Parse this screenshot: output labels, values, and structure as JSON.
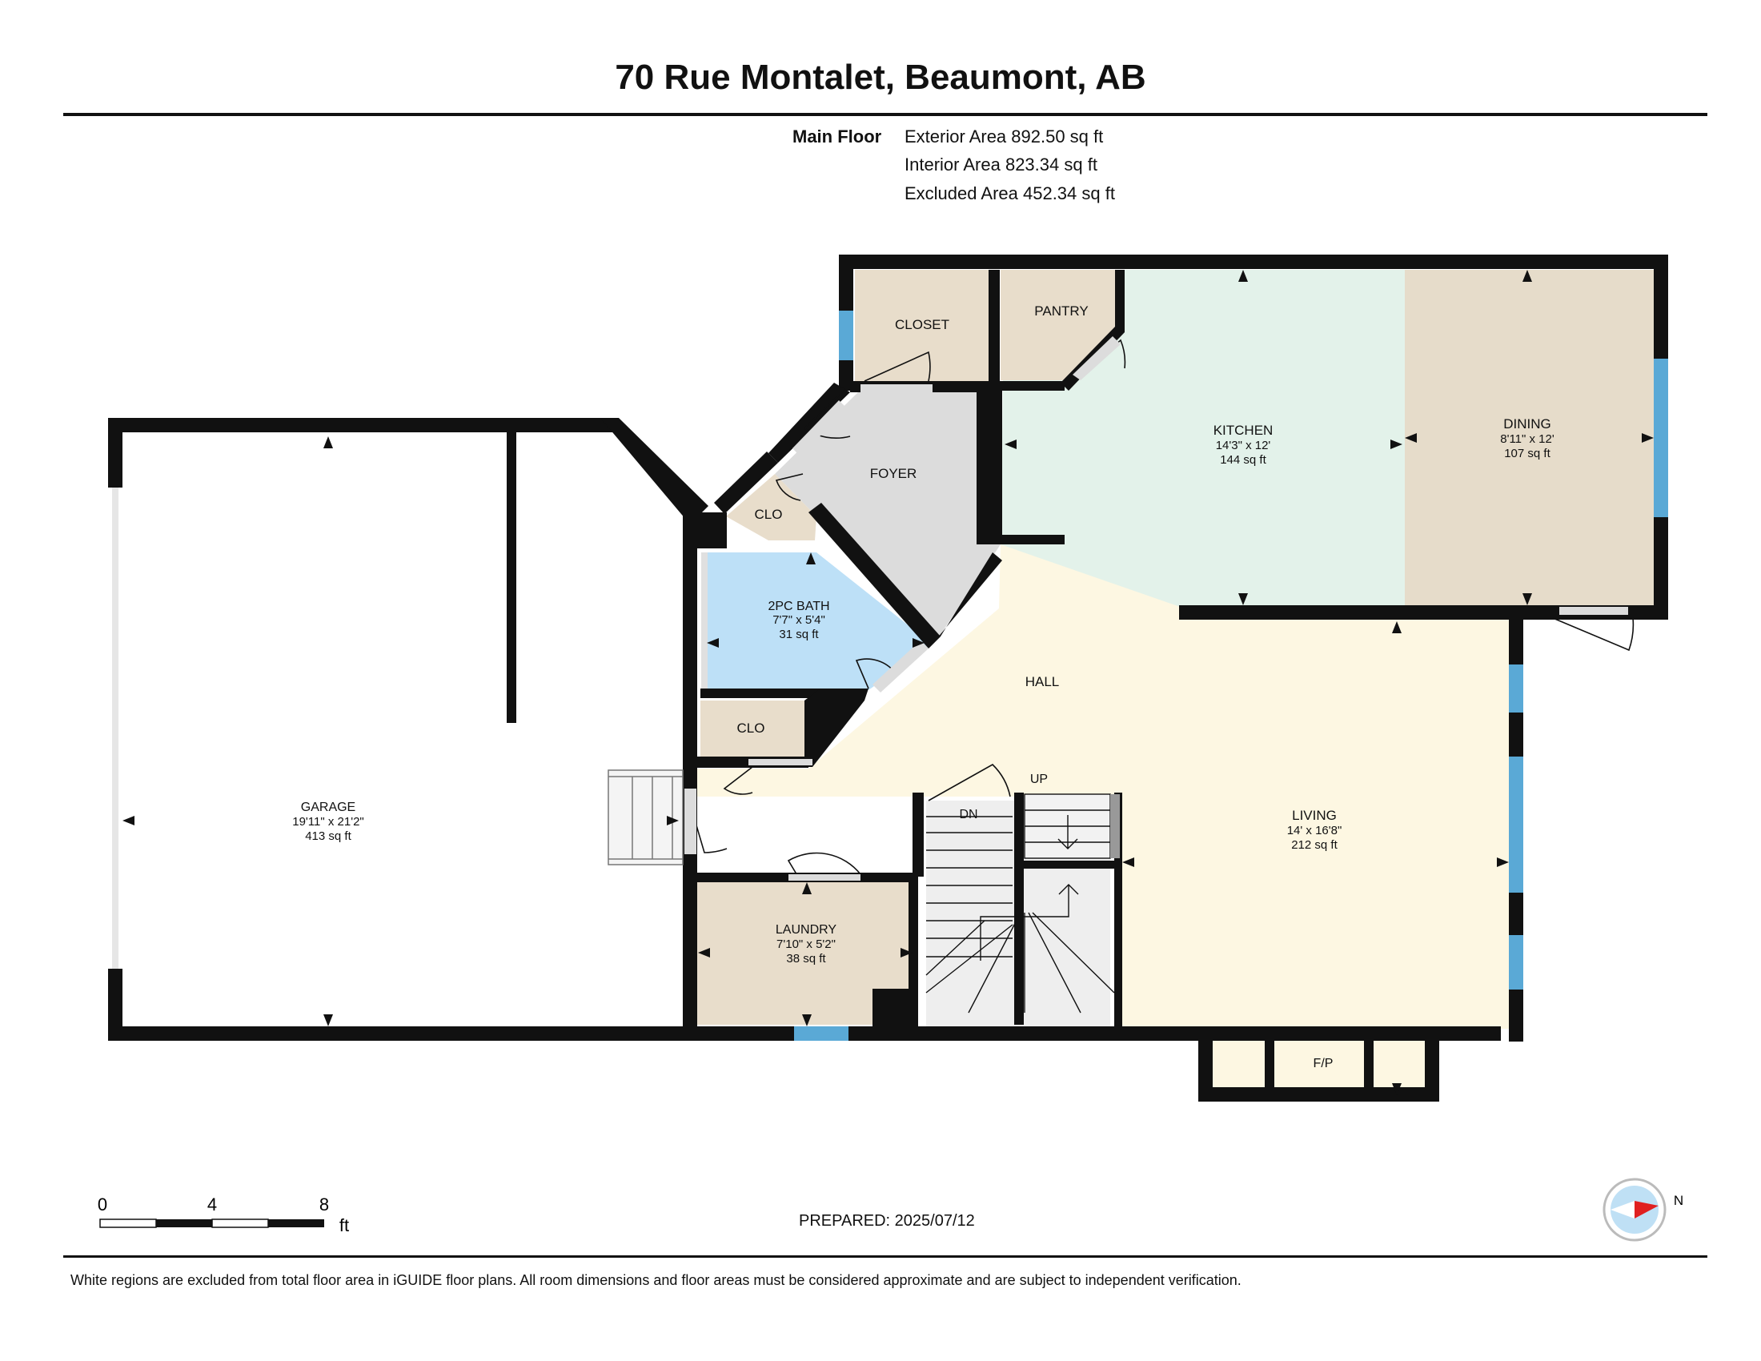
{
  "title": "70 Rue Montalet, Beaumont, AB",
  "floor": {
    "label": "Main Floor",
    "exterior": "Exterior Area 892.50 sq ft",
    "interior": "Interior Area 823.34 sq ft",
    "excluded": "Excluded Area 452.34 sq ft"
  },
  "rooms": {
    "closet": {
      "name": "CLOSET"
    },
    "pantry": {
      "name": "PANTRY"
    },
    "kitchen": {
      "name": "KITCHEN",
      "dims": "14'3\" x 12'",
      "area": "144 sq ft"
    },
    "dining": {
      "name": "DINING",
      "dims": "8'11\" x 12'",
      "area": "107 sq ft"
    },
    "foyer": {
      "name": "FOYER"
    },
    "clo1": {
      "name": "CLO"
    },
    "bath": {
      "name": "2PC BATH",
      "dims": "7'7\" x 5'4\"",
      "area": "31 sq ft"
    },
    "hall": {
      "name": "HALL"
    },
    "clo2": {
      "name": "CLO"
    },
    "garage": {
      "name": "GARAGE",
      "dims": "19'11\" x 21'2\"",
      "area": "413 sq ft"
    },
    "laundry": {
      "name": "LAUNDRY",
      "dims": "7'10\" x 5'2\"",
      "area": "38 sq ft"
    },
    "living": {
      "name": "LIVING",
      "dims": "14' x 16'8\"",
      "area": "212 sq ft"
    },
    "fp": {
      "name": "F/P"
    }
  },
  "stairs": {
    "up": "UP",
    "down": "DN"
  },
  "scale": {
    "ticks": [
      "0",
      "4",
      "8"
    ],
    "unit": "ft"
  },
  "compass": {
    "label": "N"
  },
  "prepared": "PREPARED: 2025/07/12",
  "disclaimer": "White regions are excluded from total floor area in iGUIDE floor plans. All room dimensions and floor areas must be considered approximate and are subject to independent verification.",
  "colors": {
    "wall": "#111111",
    "closet_fill": "#e8ddcb",
    "kitchen_fill": "#e3f2ea",
    "dining_fill": "#e6dcca",
    "foyer_fill": "#dcdcdc",
    "bath_fill": "#bde0f7",
    "hall_fill": "#fdf7e2",
    "window": "#5aa9d6",
    "compass_red": "#e02020"
  }
}
